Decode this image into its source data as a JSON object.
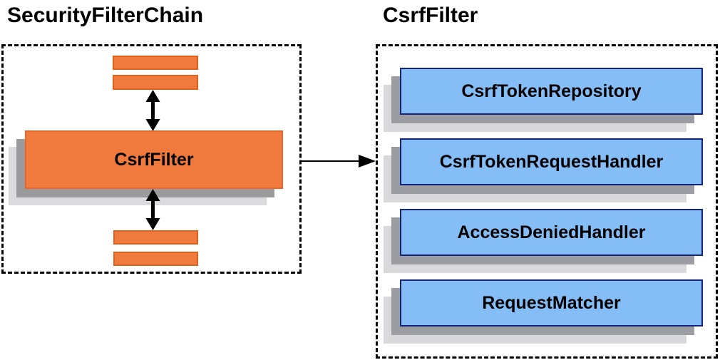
{
  "left_panel": {
    "title": "SecurityFilterChain",
    "csrf_filter_label": "CsrfFilter"
  },
  "right_panel": {
    "title": "CsrfFilter",
    "components": [
      {
        "label": "CsrfTokenRepository"
      },
      {
        "label": "CsrfTokenRequestHandler"
      },
      {
        "label": "AccessDeniedHandler"
      },
      {
        "label": "RequestMatcher"
      }
    ]
  },
  "icons": {
    "vertical_double_arrow": "↕",
    "right_arrow": "→"
  },
  "colors": {
    "orange_fill": "#F0793E",
    "orange_border": "#E2601A",
    "blue_fill": "#85BDF7",
    "blue_border": "#15237B",
    "shadow_dark": "#9B9DA3",
    "shadow_light": "#D9D9DB",
    "dashed_border": "#000000",
    "arrow": "#000000",
    "text": "#000000"
  }
}
